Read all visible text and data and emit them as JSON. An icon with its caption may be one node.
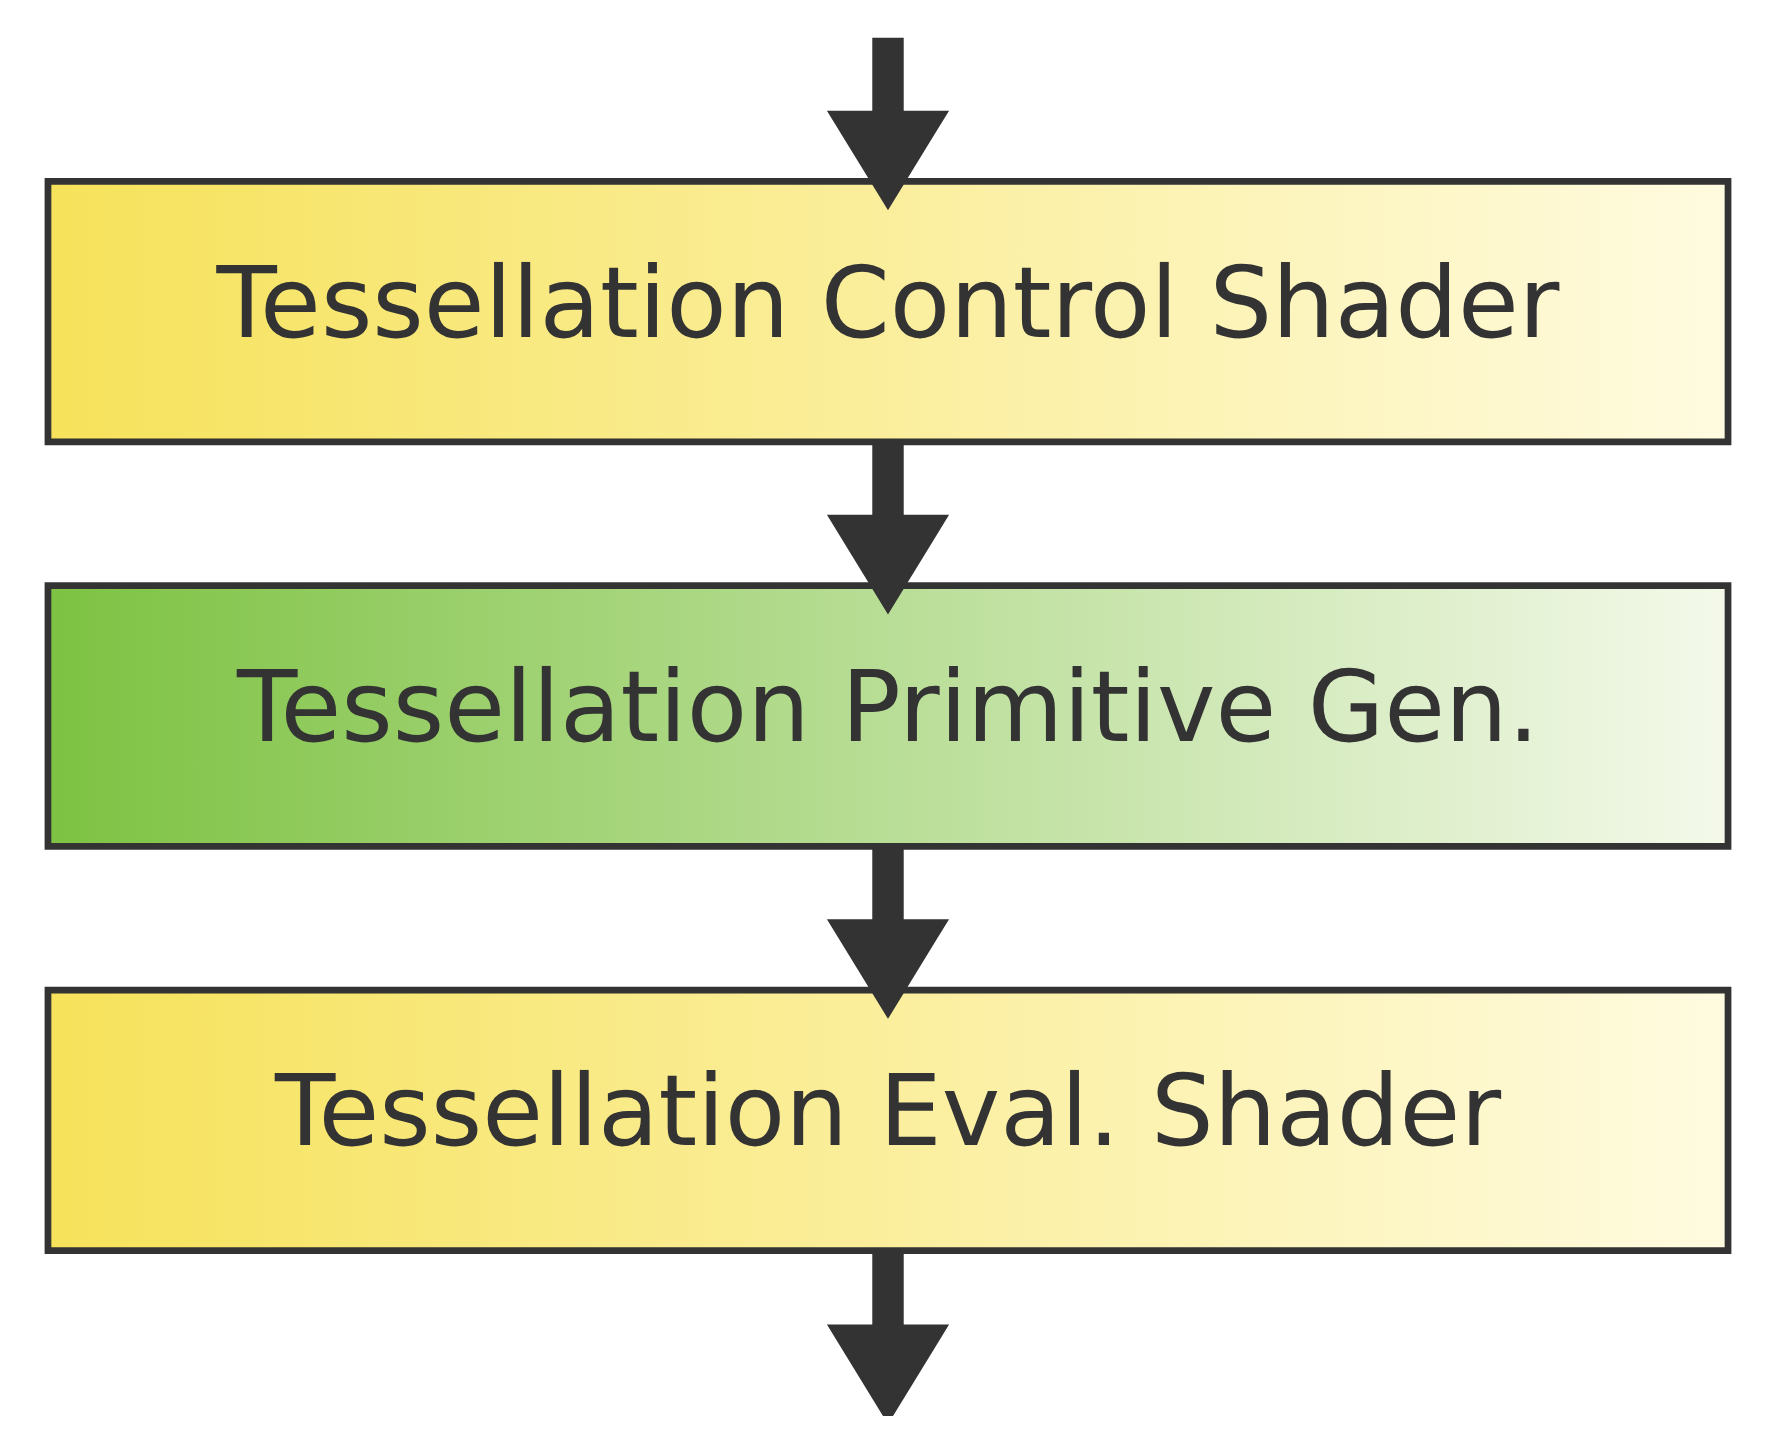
{
  "diagram": {
    "nodes": [
      {
        "text": [
          "Tessellation Control Shader"
        ]
      },
      {
        "text": [
          "Tessellation Primitive Gen."
        ]
      },
      {
        "text": [
          "Tessellation Eval. Shader"
        ]
      }
    ],
    "edges": [
      {
        "from": null,
        "to": 0,
        "arrow": "to"
      },
      {
        "from": 0,
        "to": 1,
        "arrow": "to"
      },
      {
        "from": 1,
        "to": 2,
        "arrow": "to"
      },
      {
        "from": 2,
        "to": null,
        "arrow": "to"
      }
    ]
  }
}
